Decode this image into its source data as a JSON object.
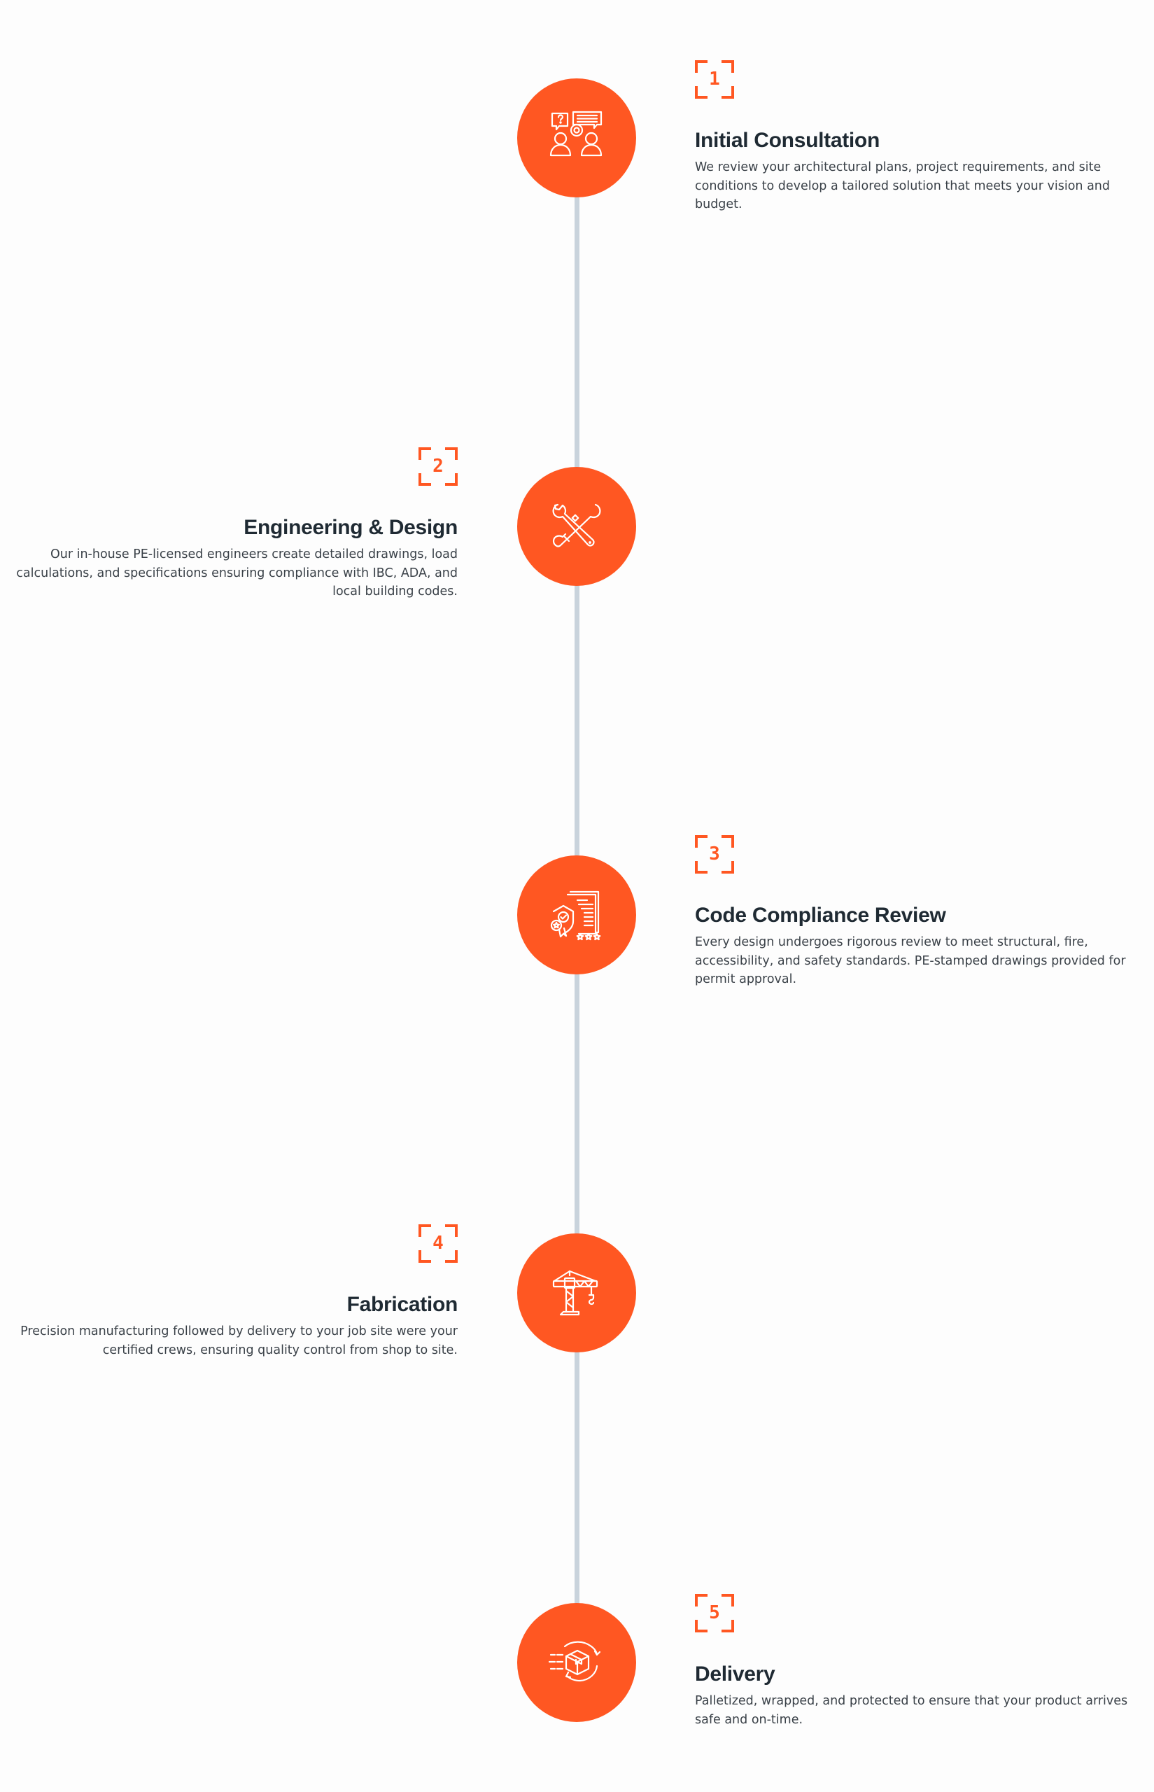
{
  "colors": {
    "accent": "#ff5722",
    "line": "#c9d3dc",
    "title": "#1f2a33",
    "body": "#3a4148",
    "background": "#fdfdfd"
  },
  "steps": [
    {
      "number": "1",
      "title": "Initial Consultation",
      "description": "We review your architectural plans, project requirements, and site conditions to develop a tailored solution that meets your vision and budget.",
      "icon": "consultation-icon",
      "side": "right"
    },
    {
      "number": "2",
      "title": "Engineering & Design",
      "description": "Our in-house PE-licensed engineers create detailed drawings, load calculations, and specifications ensuring compliance with IBC, ADA, and local building codes.",
      "icon": "tools-icon",
      "side": "left"
    },
    {
      "number": "3",
      "title": "Code Compliance Review",
      "description": "Every design undergoes rigorous review to meet structural, fire, accessibility, and safety standards. PE-stamped drawings provided for permit approval.",
      "icon": "certified-document-icon",
      "side": "right"
    },
    {
      "number": "4",
      "title": "Fabrication",
      "description": "Precision manufacturing followed by delivery to your job site were your certified crews, ensuring quality control from shop to site.",
      "icon": "crane-icon",
      "side": "left"
    },
    {
      "number": "5",
      "title": "Delivery",
      "description": "Palletized, wrapped, and protected to ensure that your product arrives safe and on-time.",
      "icon": "delivery-box-icon",
      "side": "right"
    }
  ]
}
